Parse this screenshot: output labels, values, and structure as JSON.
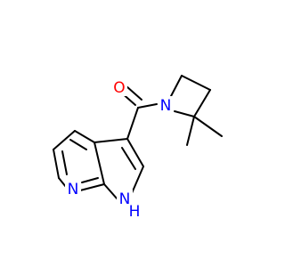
{
  "molecule": {
    "atoms": {
      "O": {
        "text": "O",
        "color": "#ff0000"
      },
      "N_azetidine": {
        "text": "N",
        "color": "#0000ff"
      },
      "N_pyridine": {
        "text": "N",
        "color": "#0000ff"
      },
      "NH": {
        "text": "N",
        "color": "#0000ff"
      },
      "H": {
        "text": "H",
        "color": "#0000ff"
      }
    }
  }
}
